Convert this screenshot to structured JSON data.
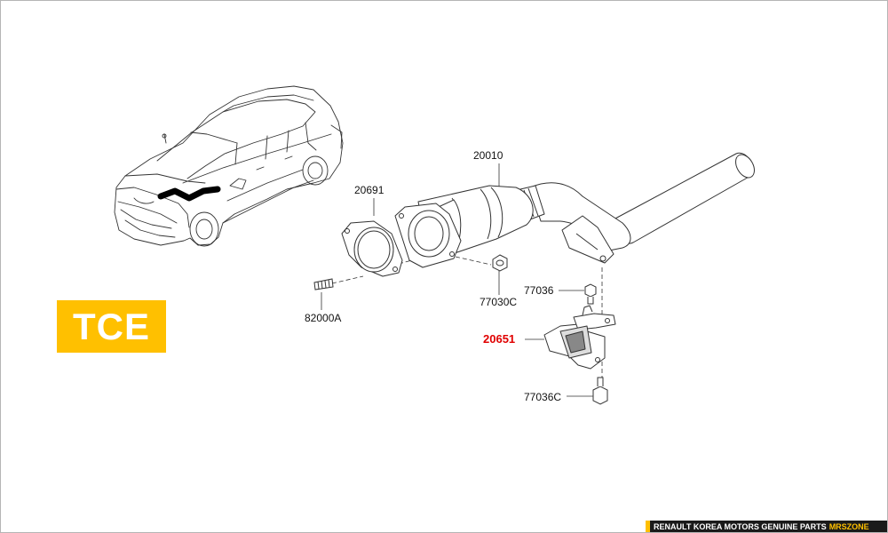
{
  "badge": {
    "text": "TCE",
    "color": "#ffc000"
  },
  "parts": {
    "p20010": "20010",
    "p20691": "20691",
    "p82000A": "82000A",
    "p77030C": "77030C",
    "p77036": "77036",
    "p20651": "20651",
    "p77036C": "77036C"
  },
  "highlight_color": "#e00000",
  "footer": {
    "text": "RENAULT KOREA MOTORS GENUINE PARTS",
    "brand": "MRSZONE"
  }
}
